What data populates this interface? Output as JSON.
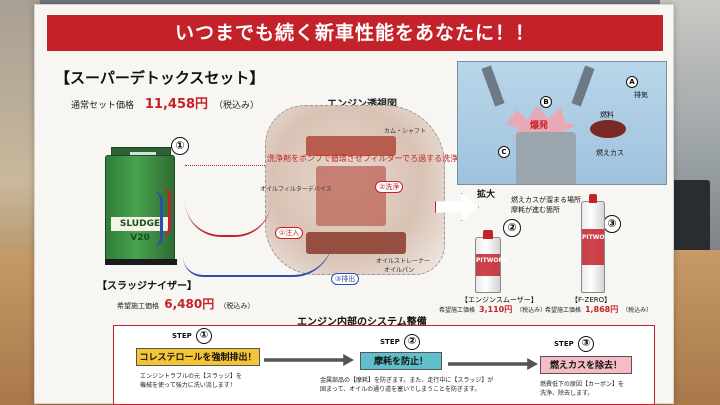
{
  "banner": {
    "text": "いつまでも続く新車性能をあなたに！！"
  },
  "set": {
    "title": "【スーパーデトックスセット】",
    "price_label": "通常セット価格",
    "price": "11,458円",
    "tax_note": "（税込み）"
  },
  "engine": {
    "title": "エンジン透視図",
    "flow_text": "洗浄剤をポンプで循環させフィルターでろ過する洗浄システム",
    "step1_tag": "①注入",
    "step2_tag": "②洗浄",
    "step3_tag": "③排出",
    "labels": [
      "カム・シャフト",
      "オイルフィルターデバイス",
      "オイルストレーナー",
      "オイルパン"
    ]
  },
  "machine": {
    "number": "①",
    "label": "SLUDGE V20",
    "title": "【スラッジナイザー】",
    "price_label": "希望施工価格",
    "price": "6,480円",
    "tax_note": "（税込み）"
  },
  "zoom": {
    "exhaust": "排気",
    "fuel": "燃料",
    "explosion": "爆発",
    "residue": "燃えカス",
    "kakudai": "拡大",
    "abc_a": "A",
    "abc_b": "B",
    "abc_c": "C",
    "legend_line1": "燃えカスが溜まる場所",
    "legend_line2": "摩耗が進む箇所"
  },
  "products": [
    {
      "number": "②",
      "brand": "PITWORK",
      "title": "【エンジンスムーザー】",
      "price_label": "希望施工価格",
      "price": "3,110円",
      "tax_note": "（税込み）"
    },
    {
      "number": "③",
      "brand": "PITWORK",
      "title": "【F-ZERO】",
      "price_label": "希望施工価格",
      "price": "1,868円",
      "tax_note": "（税込み）"
    }
  ],
  "system": {
    "title": "エンジン内部のシステム整備",
    "steps": [
      {
        "label": "STEP",
        "number": "①",
        "heading": "コレステロールを強制排出！",
        "desc1": "エンジントラブルの元【スラッジ】を",
        "desc2": "機械を使って強力に洗い流します！"
      },
      {
        "label": "STEP",
        "number": "②",
        "heading": "摩耗を防止！",
        "desc1": "金属部品の【摩耗】を防ぎます。また、走行中に【スラッジ】が",
        "desc2": "固まって、オイルの通り道を塞いでしまうことを防ぎます。"
      },
      {
        "label": "STEP",
        "number": "③",
        "heading": "燃えカスを除去！",
        "desc1": "燃費低下の原因【カーボン】を",
        "desc2": "洗浄、除去します。"
      }
    ]
  },
  "colors": {
    "accent": "#c4222a",
    "blue": "#2a50a8",
    "machine_green": "#49a24f"
  }
}
